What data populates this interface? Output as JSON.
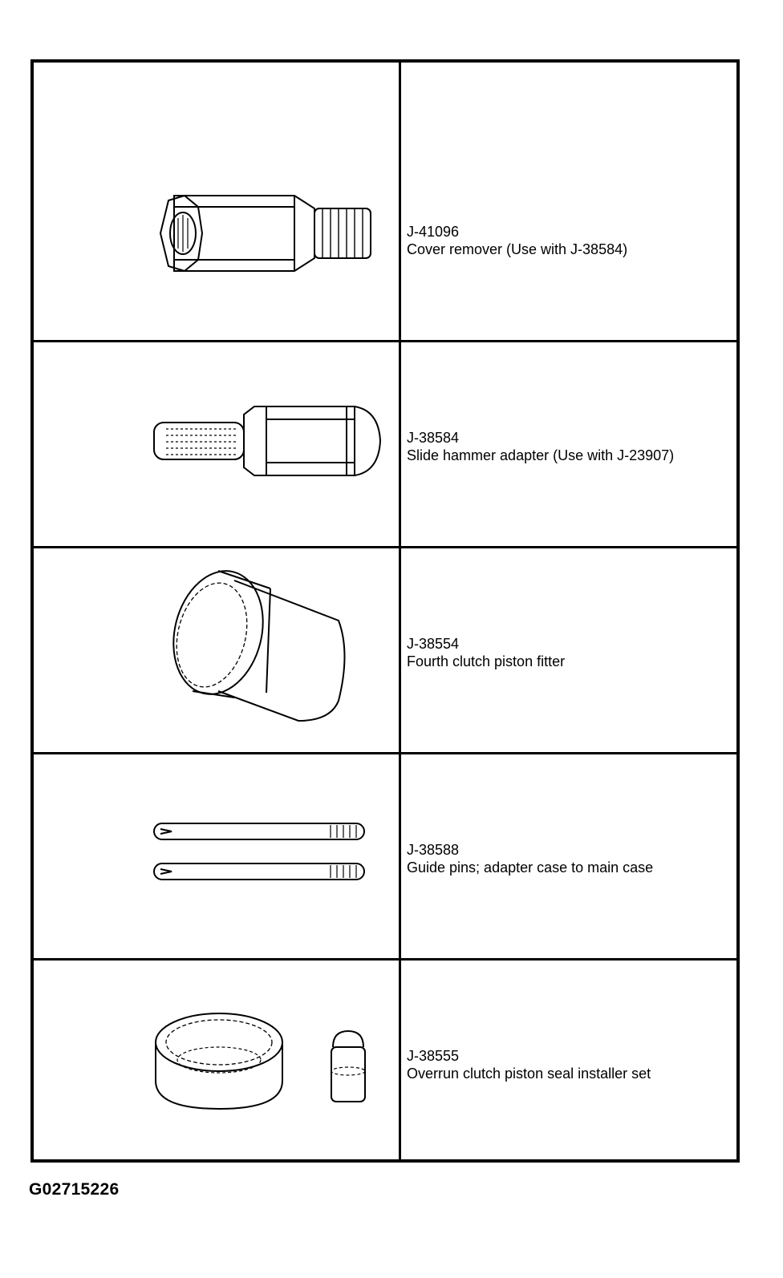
{
  "tools": [
    {
      "number": "J-41096",
      "description": "Cover remover (Use with J-38584)",
      "icon": "cover-remover-icon"
    },
    {
      "number": "J-38584",
      "description": "Slide hammer adapter (Use with J-23907)",
      "icon": "slide-hammer-adapter-icon"
    },
    {
      "number": "J-38554",
      "description": "Fourth clutch piston fitter",
      "icon": "piston-fitter-icon"
    },
    {
      "number": "J-38588",
      "description": "Guide pins; adapter case to main case",
      "icon": "guide-pins-icon"
    },
    {
      "number": "J-38555",
      "description": "Overrun clutch piston seal installer set",
      "icon": "seal-installer-set-icon"
    }
  ],
  "figure_id": "G02715226"
}
